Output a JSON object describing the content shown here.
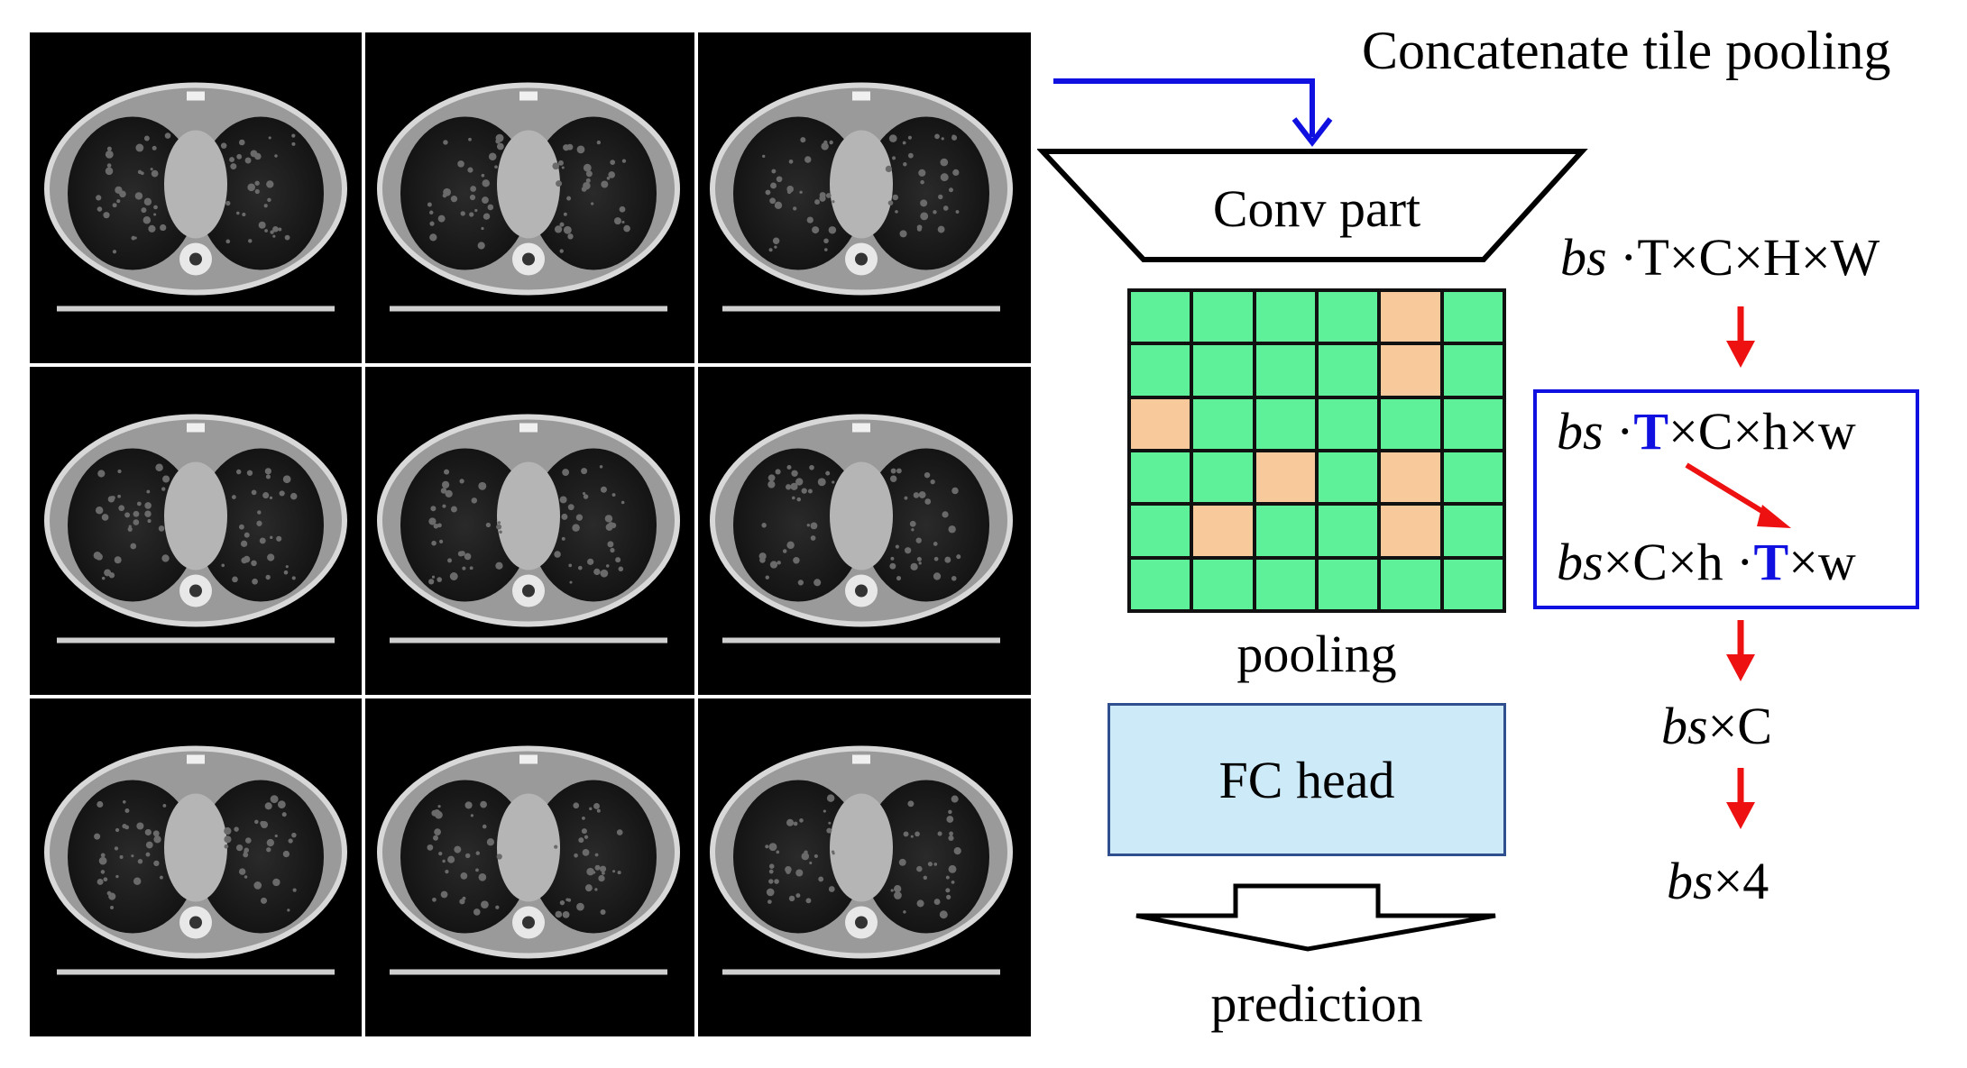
{
  "title": "Concatenate tile pooling",
  "conv_label": "Conv part",
  "pooling_label": "pooling",
  "fc_label": "FC head",
  "prediction_label": "prediction",
  "pool_grid_highlight": [
    [
      0,
      4
    ],
    [
      1,
      4
    ],
    [
      2,
      0
    ],
    [
      3,
      2
    ],
    [
      3,
      4
    ],
    [
      4,
      1
    ],
    [
      4,
      4
    ]
  ],
  "formulas": {
    "f1": {
      "bs": "bs",
      "rest": " ·T×C×H×W"
    },
    "f2": {
      "bs": "bs",
      "dot": " ·",
      "T": "T",
      "rest": "×C×h×w"
    },
    "f3": {
      "bs": "bs",
      "mid": "×C×h ·",
      "T": "T",
      "rest": "×w"
    },
    "f4": {
      "bs": "bs",
      "rest": "×C"
    },
    "f5": {
      "bs": "bs",
      "rest": "×4"
    }
  },
  "colors": {
    "blue_arrow": "#1010e0",
    "red_arrow": "#ee1111",
    "cell_green": "#5ff09a",
    "cell_orange": "#f8c99a",
    "fc_fill": "#cdeaf9"
  }
}
